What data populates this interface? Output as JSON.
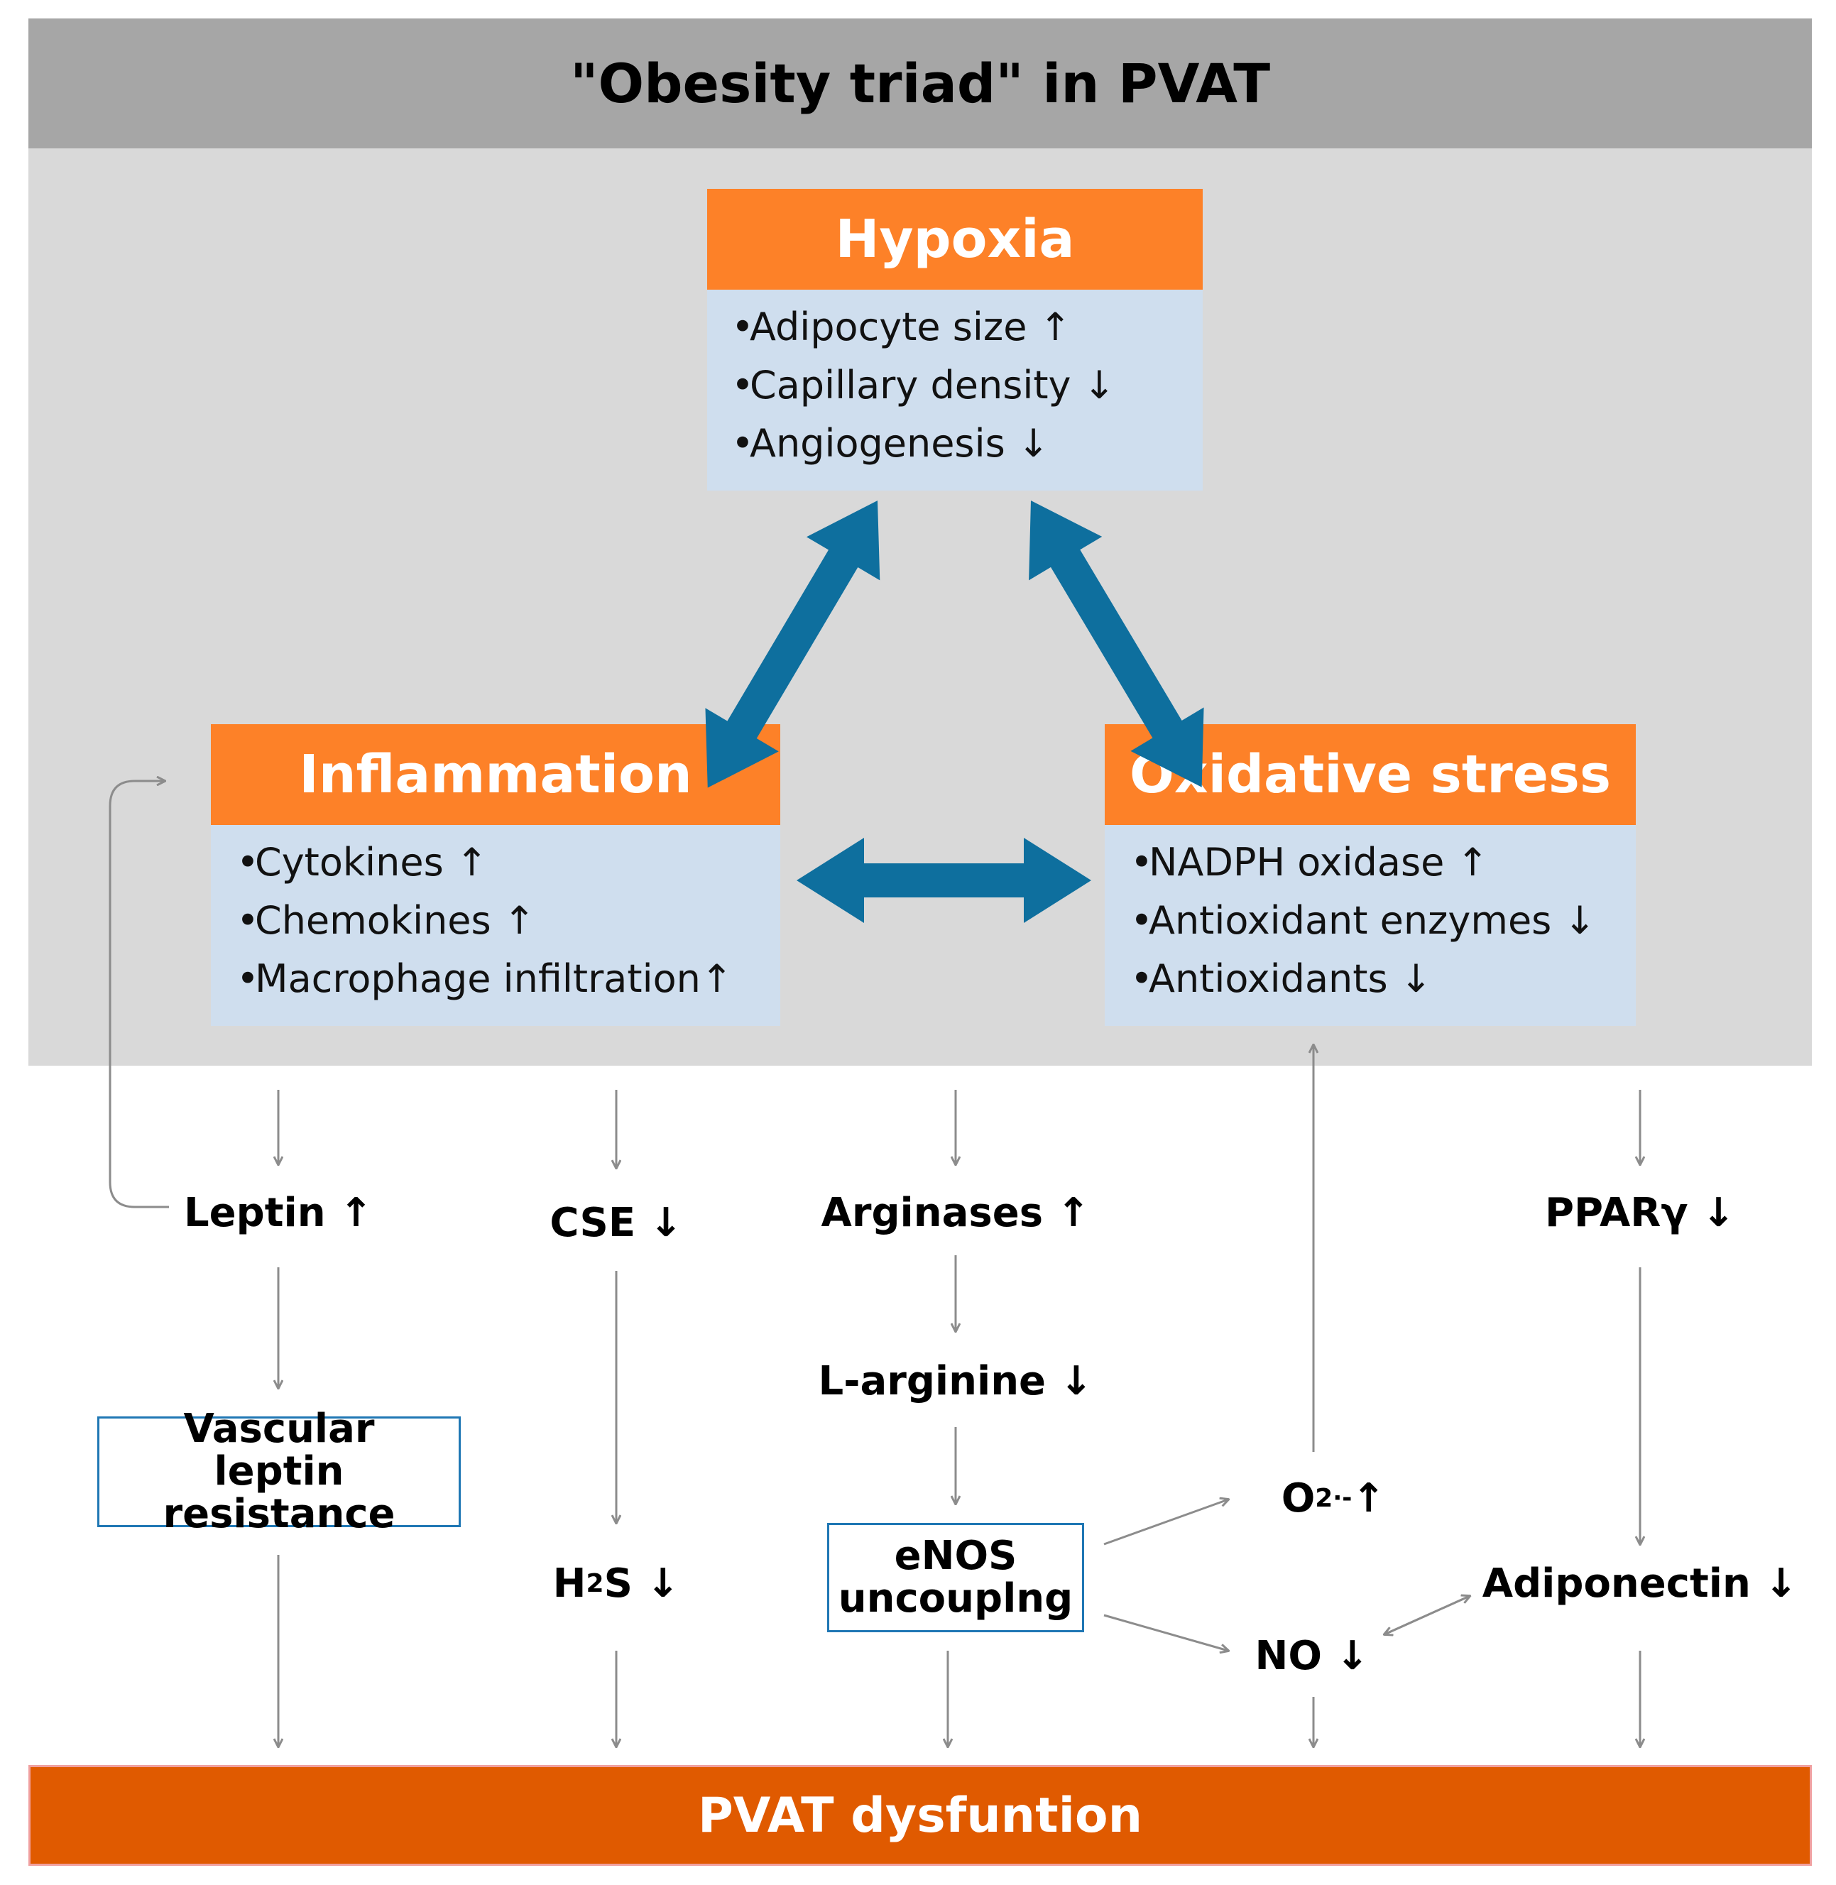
{
  "title": "\"Obesity triad\" in PVAT",
  "boxes": {
    "hypoxia": {
      "title": "Hypoxia",
      "items": [
        "Adipocyte size ↑",
        "Capillary density ↓",
        "Angiogenesis ↓"
      ]
    },
    "inflammation": {
      "title": "Inflammation",
      "items": [
        "Cytokines ↑",
        "Chemokines ↑",
        "Macrophage infiltration↑"
      ]
    },
    "oxidative": {
      "title": "Oxidative stress",
      "items": [
        "NADPH oxidase ↑",
        "Antioxidant enzymes ↓",
        "Antioxidants ↓"
      ]
    }
  },
  "nodes": {
    "leptin": "Leptin ↑",
    "cse": "CSE ↓",
    "arginases": "Arginases ↑",
    "pparg": "PPARγ ↓",
    "l_arginine": "L-arginine ↓",
    "vascular_leptin_resistance": [
      "Vascular",
      "leptin resistance"
    ],
    "enos_uncoupling": [
      "eNOS",
      "uncouplng"
    ],
    "h2s": {
      "base": "H",
      "sub": "2",
      "rest": "S ↓"
    },
    "superoxide": {
      "base": "O",
      "sub": "2",
      "sup": "·-",
      "rest": " ↑"
    },
    "no": "NO ↓",
    "adiponectin": "Adiponectin ↓"
  },
  "footer": "PVAT dysfuntion",
  "colors": {
    "title_band": "#a6a6a6",
    "triad_background": "#d9d9d9",
    "box_header": "#fd8128",
    "box_body": "#cfdeee",
    "double_arrow": "#0e6f9e",
    "flow_arrow": "#8c8c8c",
    "outline_box_border": "#1f77b4",
    "footer": "#e05a00"
  }
}
